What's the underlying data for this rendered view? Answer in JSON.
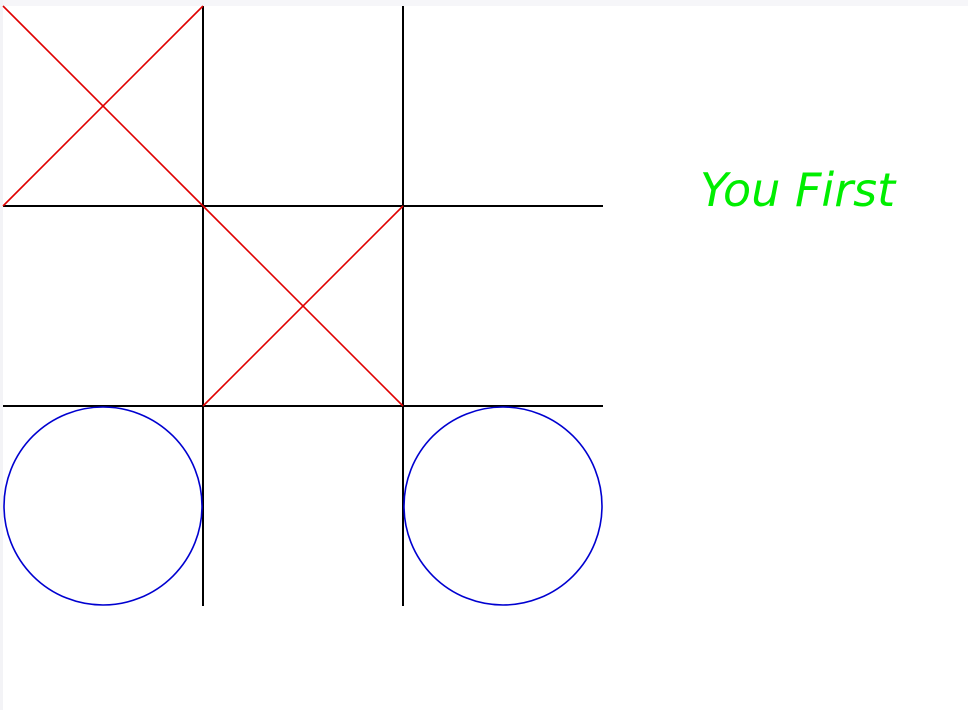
{
  "game": {
    "status_text": "You First",
    "board": [
      [
        "X",
        "",
        ""
      ],
      [
        "",
        "X",
        ""
      ],
      [
        "O",
        "",
        "O"
      ]
    ]
  },
  "colors": {
    "grid": "#000000",
    "x_mark": "#e00000",
    "o_mark": "#0000d0",
    "status_text": "#00ee00",
    "background": "#ffffff"
  },
  "icons": {
    "x_mark": "x-mark-icon",
    "o_mark": "o-mark-icon"
  }
}
